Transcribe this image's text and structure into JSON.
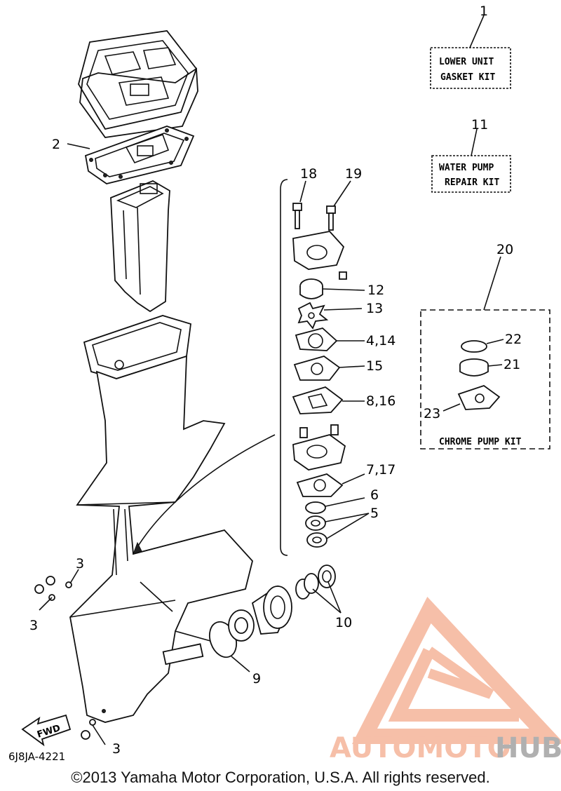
{
  "boxes": {
    "lower_unit_kit": {
      "number": "1",
      "lines": [
        "LOWER UNIT",
        "GASKET KIT"
      ]
    },
    "water_pump_kit": {
      "number": "11",
      "lines": [
        "WATER PUMP",
        "REPAIR KIT"
      ]
    },
    "chrome_pump_kit": {
      "number": "20",
      "label": "CHROME PUMP KIT"
    }
  },
  "callouts": {
    "c2": "2",
    "c3a": "3",
    "c3b": "3",
    "c3c": "3",
    "c4_14": "4,14",
    "c5": "5",
    "c6": "6",
    "c7_17": "7,17",
    "c8_16": "8,16",
    "c9": "9",
    "c10": "10",
    "c12": "12",
    "c13": "13",
    "c15": "15",
    "c18": "18",
    "c19": "19",
    "c21": "21",
    "c22": "22",
    "c23": "23"
  },
  "fwd_label": "FWD",
  "diagram_code": "6J8JA-4221",
  "watermark": {
    "part1": "AUTOMOTO",
    "part2": "HUB",
    "color_light": "#f5b49a",
    "color_dark": "#a3a3a3"
  },
  "copyright": "©2013 Yamaha Motor Corporation, U.S.A. All rights reserved."
}
